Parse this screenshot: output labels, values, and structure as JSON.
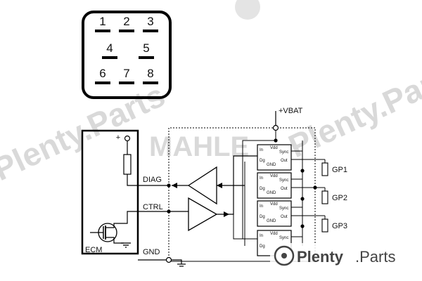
{
  "connector": {
    "pins": [
      "1",
      "2",
      "3",
      "4",
      "5",
      "6",
      "7",
      "8"
    ]
  },
  "labels": {
    "vbat": "+VBAT",
    "diag": "DIAG",
    "ctrl": "CTRL",
    "gnd": "GND",
    "ecm": "ECM",
    "plus": "+",
    "gp1": "GP1",
    "gp2": "GP2",
    "gp3": "GP3"
  },
  "driver_pins": {
    "in": "In",
    "vdd": "Vdd",
    "sync": "Sync",
    "dg": "Dg",
    "out": "Out",
    "gnd": "GND"
  },
  "watermark": {
    "brand": "MAHLE",
    "site": "Plenty.Parts",
    "logo_text": "Plenty",
    "logo_suffix": ".Parts"
  }
}
